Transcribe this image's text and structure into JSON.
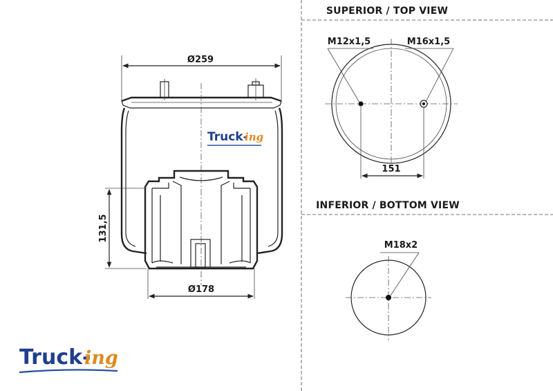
{
  "views": {
    "top_title": "SUPERIOR / TOP VIEW",
    "bottom_title": "INFERIOR / BOTTOM VIEW"
  },
  "side_view": {
    "dim_top_diameter": "Ø259",
    "dim_bottom_diameter": "Ø178",
    "dim_height": "131,5"
  },
  "top_view": {
    "thread_left": "M12x1,5",
    "thread_right": "M16x1,5",
    "dim_spacing": "151"
  },
  "bottom_view": {
    "thread_center": "M18x2"
  },
  "branding": {
    "logo_part1": "Truck-",
    "logo_part2": "ing",
    "logo_color_main": "#1f3f8f",
    "logo_color_accent": "#e08a1e",
    "logo_underline": "#2a4ea0"
  }
}
